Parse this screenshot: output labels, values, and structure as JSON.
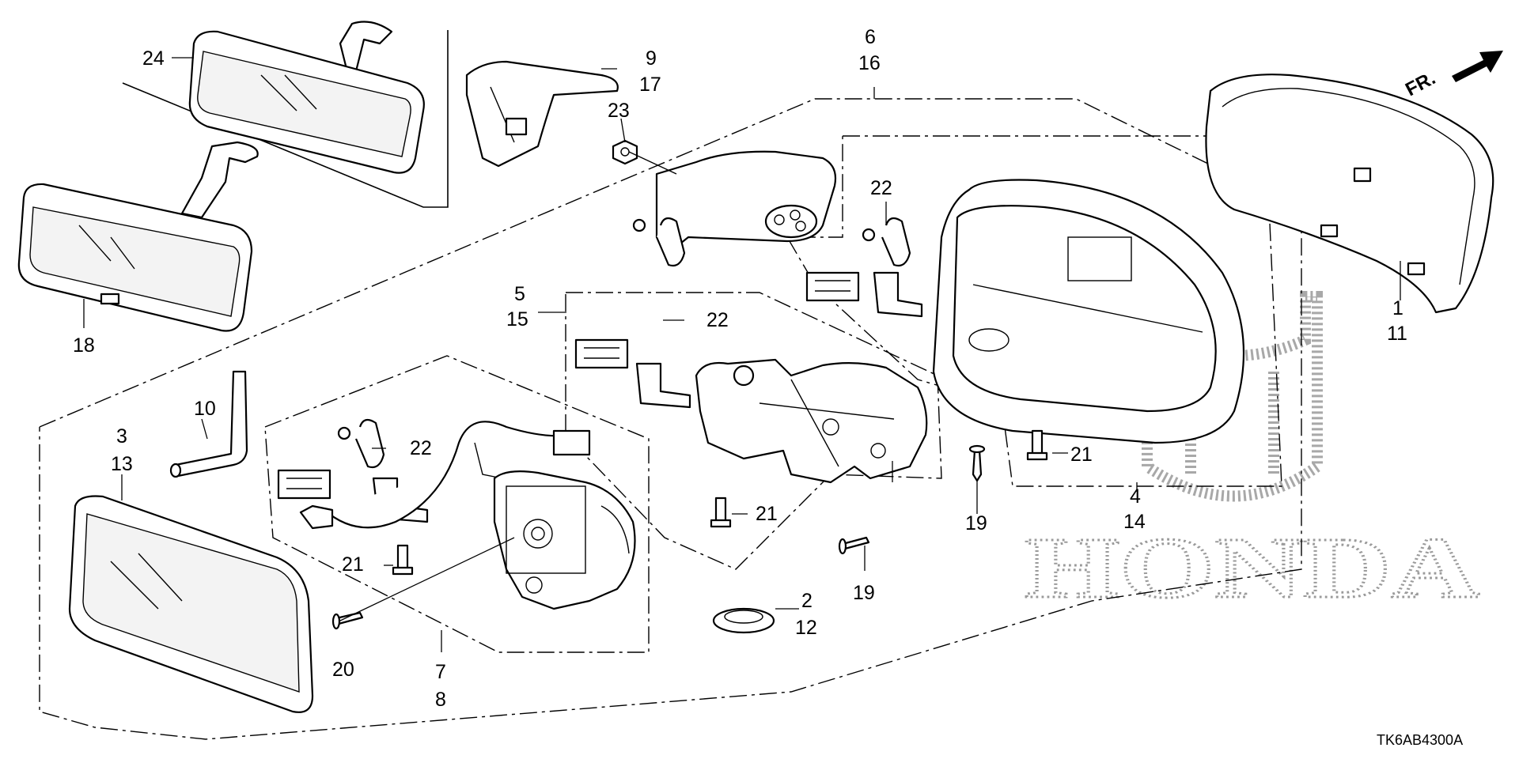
{
  "diagram": {
    "callouts": {
      "c1": "1",
      "c11": "11",
      "c2": "2",
      "c12": "12",
      "c3": "3",
      "c13": "13",
      "c4": "4",
      "c14": "14",
      "c5": "5",
      "c15": "15",
      "c6": "6",
      "c16": "16",
      "c7": "7",
      "c8": "8",
      "c9": "9",
      "c17": "17",
      "c10": "10",
      "c18": "18",
      "c19a": "19",
      "c19b": "19",
      "c20": "20",
      "c21a": "21",
      "c21b": "21",
      "c21c": "21",
      "c22a": "22",
      "c22b": "22",
      "c22c": "22",
      "c23": "23",
      "c24": "24"
    },
    "direction_label": "FR.",
    "brand_watermark": "HONDA",
    "reference_code": "TK6AB4300A"
  }
}
